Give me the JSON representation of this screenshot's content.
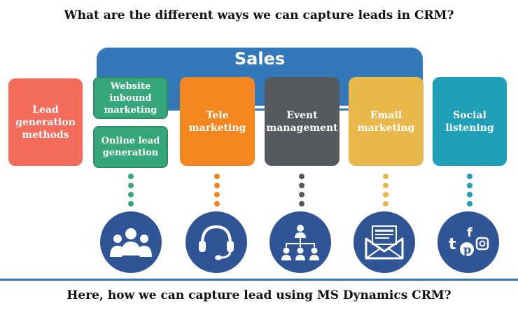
{
  "header": {
    "title": "What are the different ways we can capture leads in CRM?"
  },
  "sales": {
    "label": "Sales"
  },
  "boxes": {
    "lead": "Lead generation methods",
    "website": "Website inbound marketing",
    "online": "Online lead generation",
    "tele": "Tele marketing",
    "event": "Event management",
    "email": "Email marketing",
    "social": "Social listening"
  },
  "icons": [
    "people-group-icon",
    "headset-icon",
    "org-chart-icon",
    "envelope-icon",
    "social-media-icon"
  ],
  "colors": {
    "lead": "#f26b5b",
    "green": "#35a77a",
    "tele": "#f3861f",
    "event": "#555a5e",
    "email": "#e8b84a",
    "social": "#1fa0b8",
    "sales": "#3378b8",
    "circle": "#2f5597"
  },
  "footer": {
    "title": "Here, how we can capture lead using MS Dynamics CRM?"
  }
}
